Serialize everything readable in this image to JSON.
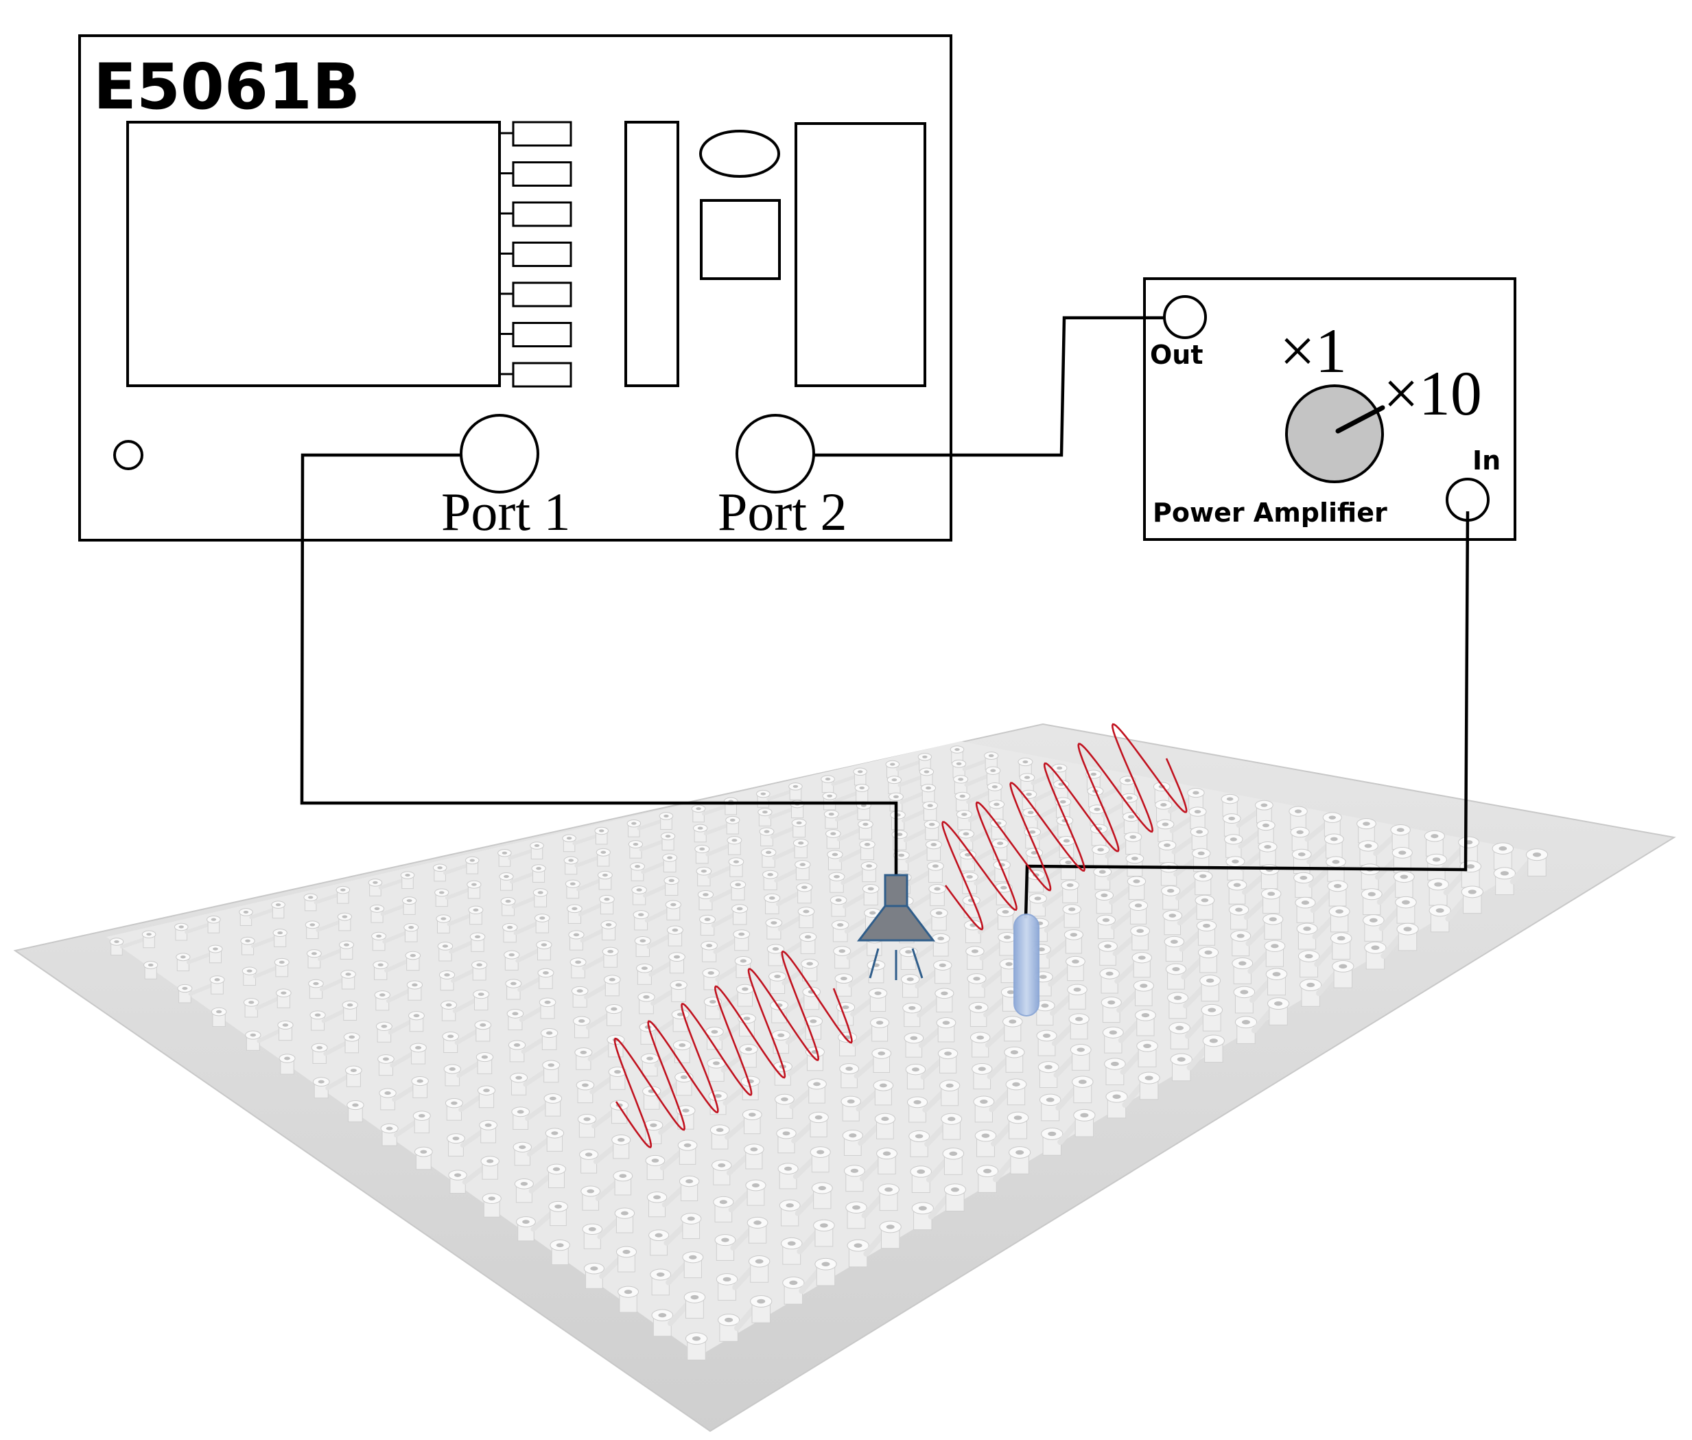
{
  "analyzer": {
    "model": "E5061B",
    "port1_label": "Port 1",
    "port2_label": "Port 2"
  },
  "amplifier": {
    "name": "Power Amplifier",
    "out_label": "Out",
    "in_label": "In",
    "gain_low_label": "×1",
    "gain_high_label": "×10"
  },
  "colors": {
    "wave": "#c1121f",
    "speaker": "#7b7f86",
    "speaker_outline": "#2f5d8a",
    "probe": "#a9c0e4",
    "plate": "#d9d9d9",
    "lattice": "#f4f4f4",
    "knob": "#c4c4c4"
  },
  "icons": {
    "source": "speaker-icon",
    "detector": "probe-microphone-icon",
    "knob": "gain-knob-icon"
  }
}
